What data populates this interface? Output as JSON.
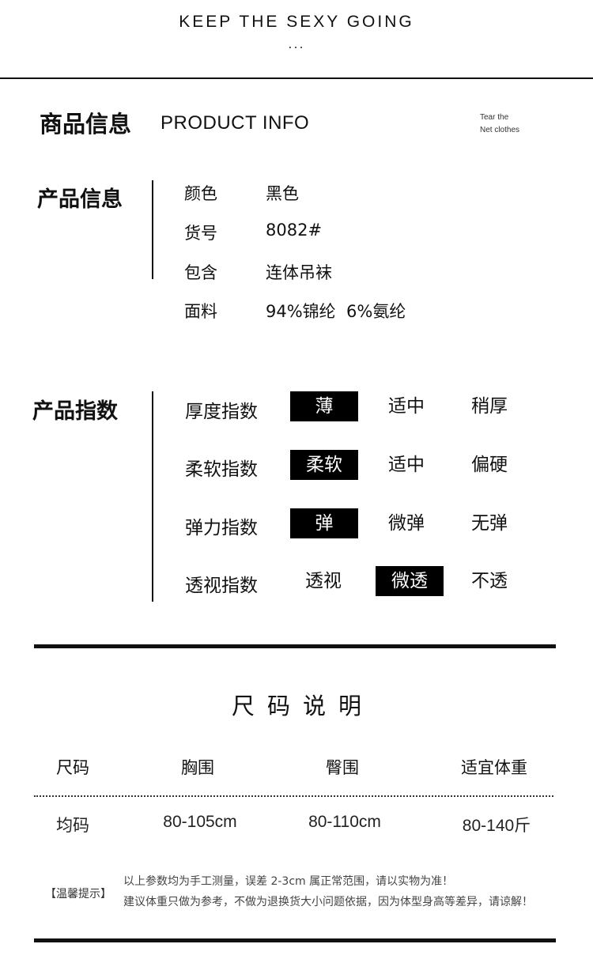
{
  "header": {
    "tagline": "KEEP THE SEXY GOING",
    "ellipsis": "...",
    "title_cn": "商品信息",
    "title_en": "PRODUCT INFO",
    "tear_line1": "Tear the",
    "tear_line2": "Net clothes"
  },
  "product_info": {
    "label": "产品信息",
    "rows": [
      {
        "key": "颜色",
        "value": "黑色"
      },
      {
        "key": "货号",
        "value": "8082#"
      },
      {
        "key": "包含",
        "value": "连体吊袜"
      },
      {
        "key": "面料",
        "value": "94%锦纶  6%氨纶"
      }
    ]
  },
  "product_index": {
    "label": "产品指数",
    "rows": [
      {
        "name": "厚度指数",
        "options": [
          "薄",
          "适中",
          "稍厚"
        ],
        "selected": 0
      },
      {
        "name": "柔软指数",
        "options": [
          "柔软",
          "适中",
          "偏硬"
        ],
        "selected": 0
      },
      {
        "name": "弹力指数",
        "options": [
          "弹",
          "微弹",
          "无弹"
        ],
        "selected": 0
      },
      {
        "name": "透视指数",
        "options": [
          "透视",
          "微透",
          "不透"
        ],
        "selected": 1
      }
    ]
  },
  "size_chart": {
    "title": "尺码说明",
    "headers": [
      "尺码",
      "胸围",
      "臀围",
      "适宜体重"
    ],
    "rows": [
      [
        "均码",
        "80-105cm",
        "80-110cm",
        "80-140斤"
      ]
    ]
  },
  "tips": {
    "label": "【温馨提示】",
    "line1": "以上参数均为手工测量，误差 2-3cm 属正常范围，请以实物为准！",
    "line2": "建议体重只做为参考，不做为退换货大小问题依据，因为体型身高等差异，请谅解！"
  },
  "colors": {
    "text": "#111111",
    "highlight_bg": "#000000",
    "highlight_text": "#ffffff"
  }
}
